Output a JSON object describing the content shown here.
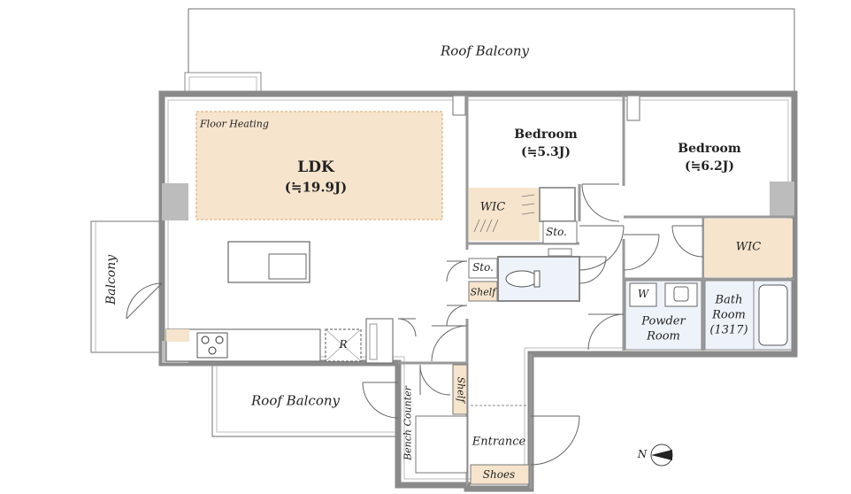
{
  "rooms": {
    "roof_balcony_top": "Roof Balcony",
    "roof_balcony_bottom": "Roof Balcony",
    "balcony": "Balcony",
    "floor_heating": "Floor Heating",
    "ldk": "LDK",
    "ldk_size": "(≒19.9J)",
    "bedroom1": "Bedroom",
    "bedroom1_size": "(≒5.3J)",
    "bedroom2": "Bedroom",
    "bedroom2_size": "(≒6.2J)",
    "wic1": "WIC",
    "wic2": "WIC",
    "sto1": "Sto.",
    "sto2": "Sto.",
    "shelf1": "Shelf",
    "shelf2": "Shelf",
    "washer": "W",
    "powder_room": "Powder",
    "powder_room_2": "Room",
    "bath_room": "Bath",
    "bath_room_2": "Room",
    "bath_room_3": "(1317)",
    "refrigerator": "R",
    "bench_counter": "Bench Counter",
    "entrance": "Entrance",
    "shoes": "Shoes",
    "north": "N"
  },
  "colors": {
    "wall": "#bcbcbc",
    "floor_heating": "#f6e4cc",
    "wet_area": "#eef3fa",
    "line": "#777777"
  }
}
